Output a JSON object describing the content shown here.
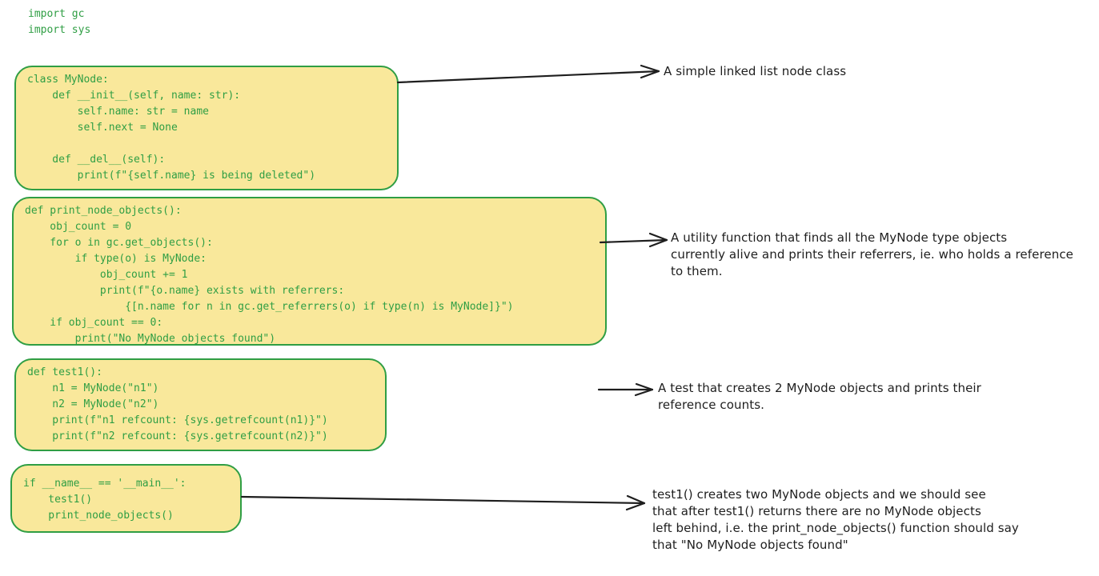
{
  "colors": {
    "background": "#ffffff",
    "box_fill_yellow": "#f9e89b",
    "stroke_green": "#2f9e44",
    "code_text_green": "#2f9e44",
    "ink_black": "#1e1e1e"
  },
  "imports_code": "import gc\nimport sys",
  "code_blocks": [
    {
      "name": "class-mynode",
      "code": "class MyNode:\n    def __init__(self, name: str):\n        self.name: str = name\n        self.next = None\n\n    def __del__(self):\n        print(f\"{self.name} is being deleted\")"
    },
    {
      "name": "print-node-objects",
      "code": "def print_node_objects():\n    obj_count = 0\n    for o in gc.get_objects():\n        if type(o) is MyNode:\n            obj_count += 1\n            print(f\"{o.name} exists with referrers:\n                {[n.name for n in gc.get_referrers(o) if type(n) is MyNode]}\")\n    if obj_count == 0:\n        print(\"No MyNode objects found\")"
    },
    {
      "name": "test1",
      "code": "def test1():\n    n1 = MyNode(\"n1\")\n    n2 = MyNode(\"n2\")\n    print(f\"n1 refcount: {sys.getrefcount(n1)}\")\n    print(f\"n2 refcount: {sys.getrefcount(n2)}\")"
    },
    {
      "name": "main-guard",
      "code": "if __name__ == '__main__':\n    test1()\n    print_node_objects()"
    }
  ],
  "annotations": [
    {
      "name": "note-class",
      "text": "A simple linked list node class"
    },
    {
      "name": "note-utility",
      "text": "A utility function that finds all the MyNode type objects\ncurrently alive and prints their referrers, ie. who holds a reference\nto them."
    },
    {
      "name": "note-test",
      "text": "A test that creates 2 MyNode objects and prints their\nreference counts."
    },
    {
      "name": "note-main",
      "text": "test1() creates two MyNode objects and we should see\nthat after test1() returns there are no MyNode objects\nleft behind, i.e. the print_node_objects() function should say\nthat \"No MyNode objects found\""
    }
  ]
}
